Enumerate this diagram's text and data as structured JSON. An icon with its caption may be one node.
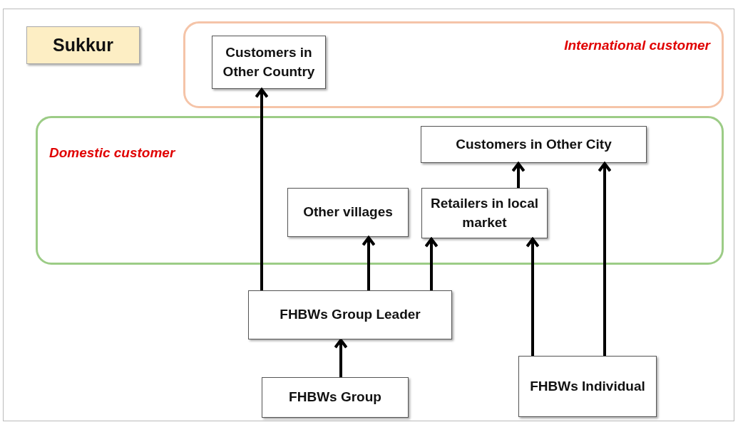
{
  "diagram": {
    "nodes": [
      {
        "text": [
          "Sukkur"
        ]
      },
      {
        "text": [
          "International customer"
        ]
      },
      {
        "text": [
          "Customers in Other Country"
        ],
        "in": 1
      },
      {
        "text": [
          "Domestic customer"
        ]
      },
      {
        "text": [
          "Customers in Other City"
        ],
        "in": 3
      },
      {
        "text": [
          "Other villages"
        ],
        "in": 3
      },
      {
        "text": [
          "Retailers in local market"
        ],
        "in": 3
      },
      {
        "text": [
          "FHBWs Group Leader"
        ]
      },
      {
        "text": [
          "FHBWs Group"
        ]
      },
      {
        "text": [
          "FHBWs Individual"
        ]
      }
    ],
    "edges": [
      {
        "from": 7,
        "to": 2,
        "arrow": "to"
      },
      {
        "from": 7,
        "to": 5,
        "arrow": "to"
      },
      {
        "from": 7,
        "to": 6,
        "arrow": "to"
      },
      {
        "from": 6,
        "to": 4,
        "arrow": "to"
      },
      {
        "from": 9,
        "to": 6,
        "arrow": "to"
      },
      {
        "from": 9,
        "to": 4,
        "arrow": "to"
      },
      {
        "from": 8,
        "to": 7,
        "arrow": "to"
      }
    ]
  }
}
